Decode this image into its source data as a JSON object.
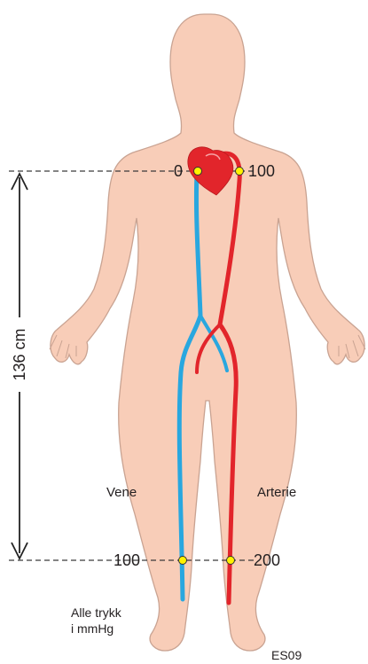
{
  "heart_left_value": "0",
  "heart_right_value": "100",
  "height_label": "136 cm",
  "vein_label": "Vene",
  "artery_label": "Arterie",
  "foot_vein_value": "100",
  "foot_artery_value": "200",
  "units_note_line1": "Alle trykk",
  "units_note_line2": "i mmHg",
  "figure_code": "ES09",
  "colors": {
    "skin": "#f8cdb8",
    "outline": "#c9a392",
    "vein": "#29a7df",
    "artery": "#e2252b",
    "marker": "#fff200"
  }
}
